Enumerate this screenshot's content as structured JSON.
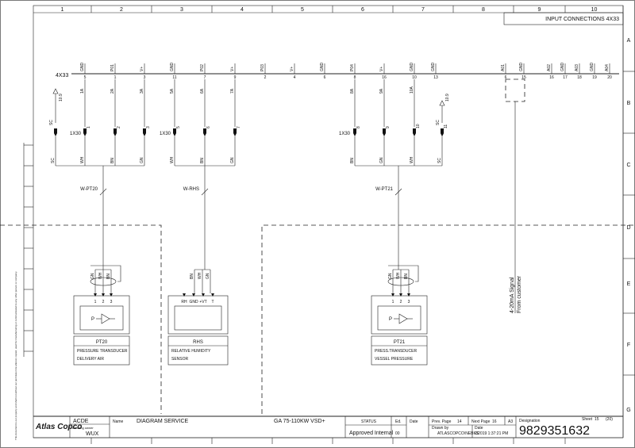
{
  "column_numbers": [
    "1",
    "2",
    "3",
    "4",
    "5",
    "6",
    "7",
    "8",
    "9",
    "10"
  ],
  "row_letters": [
    "A",
    "B",
    "C",
    "D",
    "E",
    "F",
    "G"
  ],
  "header": {
    "title": "INPUT CONNECTIONS 4X33"
  },
  "terminal_block": {
    "name": "4X33",
    "terminals": [
      {
        "signal": "GND",
        "num": "5"
      },
      {
        "signal": "P01",
        "num": "1"
      },
      {
        "signal": "V+",
        "num": "3"
      },
      {
        "signal": "GND",
        "num": "11"
      },
      {
        "signal": "P02",
        "num": "7"
      },
      {
        "signal": "V+",
        "num": "9"
      },
      {
        "signal": "P03",
        "num": "2"
      },
      {
        "signal": "V+",
        "num": "4"
      },
      {
        "signal": "GND",
        "num": "6"
      },
      {
        "signal": "P04",
        "num": "8"
      },
      {
        "signal": "V+",
        "num": "16"
      },
      {
        "signal": "GND",
        "num": "10"
      },
      {
        "signal": "GND",
        "num": "13"
      },
      {
        "signal": "A01",
        "num": "6"
      },
      {
        "signal": "GND",
        "num": "15"
      },
      {
        "signal": "A02",
        "num": "16"
      },
      {
        "signal": "GND",
        "num": "17"
      },
      {
        "signal": "A03",
        "num": "18"
      },
      {
        "signal": "GND",
        "num": "19"
      },
      {
        "signal": "A04",
        "num": "20"
      }
    ]
  },
  "wire_numbers": [
    "1A",
    "2A",
    "3A",
    "5A",
    "6A",
    "7A",
    "8A",
    "9A",
    "10A"
  ],
  "shield_ref": "10.9",
  "connector_groups": [
    {
      "name": "1X30",
      "pins": [
        "1",
        "2",
        "3"
      ]
    },
    {
      "name": "1X30",
      "pins": [
        "5",
        "6",
        "7"
      ]
    },
    {
      "name": "1X30",
      "pins": [
        "8",
        "9",
        "10",
        "11"
      ]
    }
  ],
  "cable_cores": {
    "g1": [
      "SC",
      "WH",
      "BN",
      "GN"
    ],
    "g2": [
      "WH",
      "BN",
      "GN"
    ],
    "g3": [
      "BN",
      "GN",
      "WH",
      "SC"
    ]
  },
  "cables": [
    "W-PT20",
    "W-RHS",
    "W-PT21"
  ],
  "sensor_cores": {
    "pt20": [
      "GN",
      "WH",
      "BN"
    ],
    "rhs": [
      "BN",
      "WH",
      "GN"
    ],
    "pt21": [
      "GN",
      "WH",
      "BN"
    ]
  },
  "sensor_pins": {
    "pt20": [
      "1",
      "2",
      "3"
    ],
    "rhs": [
      "RH",
      "GND",
      "+VT",
      "T"
    ],
    "pt21": [
      "1",
      "2",
      "3"
    ]
  },
  "sensor_symbol": "P",
  "devices": [
    {
      "tag": "PT20",
      "line1": "PRESSURE TRANSDUCER",
      "line2": "DELIVERY AIR"
    },
    {
      "tag": "RHS",
      "line1": "RELATIVE HUMIDITY",
      "line2": "SENSOR"
    },
    {
      "tag": "PT21",
      "line1": "PRESS.TRANSDUCER",
      "line2": "VESSEL PRESSURE"
    }
  ],
  "signal_note": {
    "line1": "4-20mA Signal",
    "line2": "From customer"
  },
  "side_note": "This document is our property and shall not without our permission be altered, copied, used for manufacturing or communicated to any other person or company.",
  "title_block": {
    "brand": "Atlas Copco",
    "dept": "ACDE",
    "owner_label": "Drawing owner",
    "owner": "WUX",
    "name_label": "Name",
    "name": "DIAGRAM SERVICE",
    "model": "GA 75-110KW VSD+",
    "status_label": "STATUS",
    "status": "Approved Internal",
    "ed_label": "Ed.",
    "ed": "00",
    "date_label": "Date",
    "prev_label": "Prev. Page",
    "prev": "14",
    "next_label": "Next Page",
    "next": "16",
    "format": "A3",
    "drawn_label": "Drawn by",
    "drawn": "ATLASCOPCO\\NEBKS",
    "date2_label": "Date",
    "date2": "2/2019 1:37:21 PM",
    "designation_label": "Designation",
    "designation": "9829351632",
    "sheet_label": "Sheet",
    "sheet": "15",
    "sheet_total": "(20)"
  }
}
